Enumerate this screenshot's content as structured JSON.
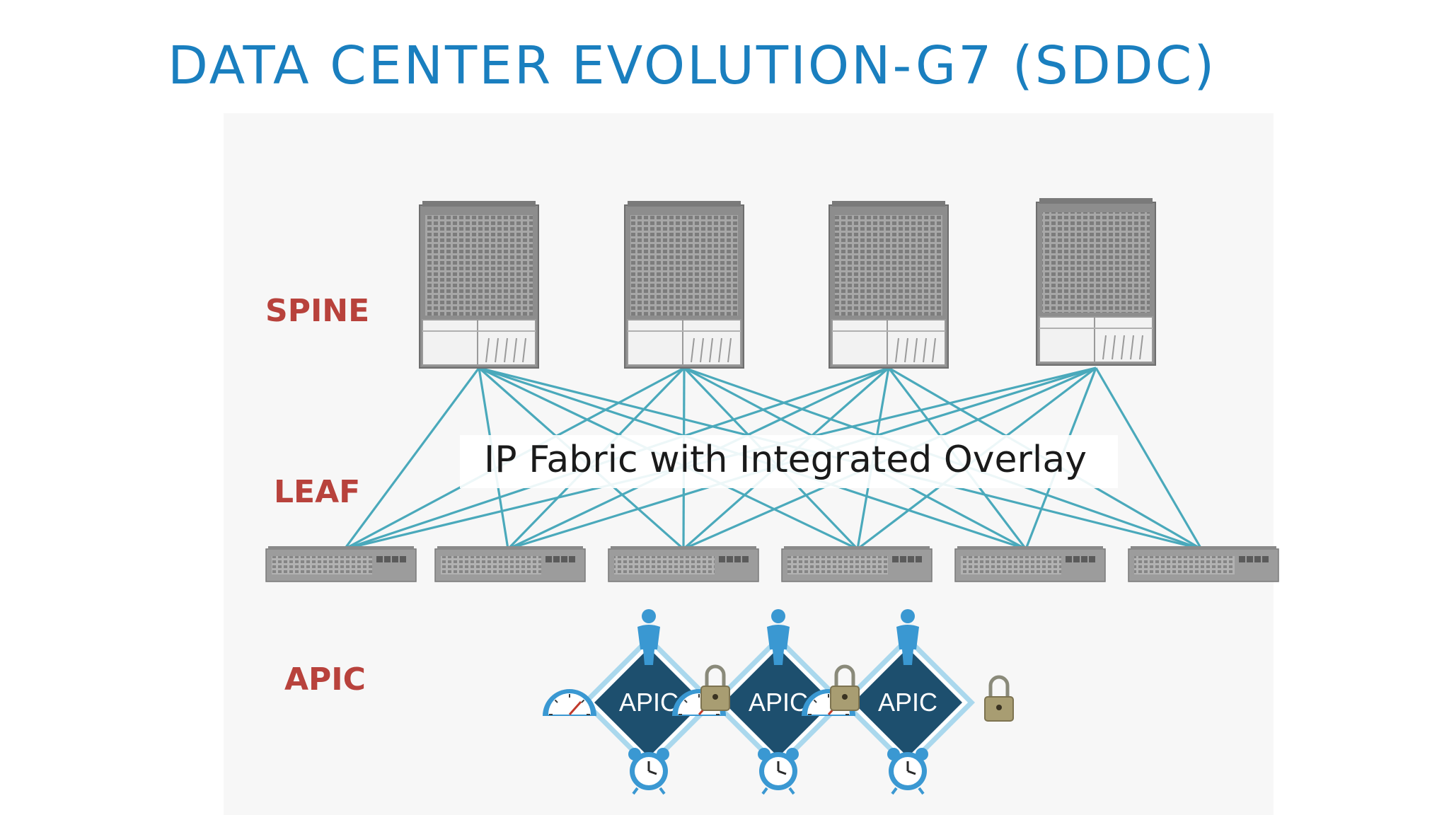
{
  "title": "DATA CENTER EVOLUTION-G7 (SDDC)",
  "tiers": {
    "spine": "SPINE",
    "leaf": "LEAF",
    "apic": "APIC"
  },
  "fabric_label": "IP Fabric with Integrated Overlay",
  "apic_nodes": [
    "APIC",
    "APIC",
    "APIC"
  ],
  "colors": {
    "title": "#1a7fbf",
    "tier_label": "#b8423c",
    "links": "#4aa9bb",
    "apic_fill": "#1d4f6e",
    "apic_frame": "#6cc0e5",
    "person": "#3a98d2"
  }
}
